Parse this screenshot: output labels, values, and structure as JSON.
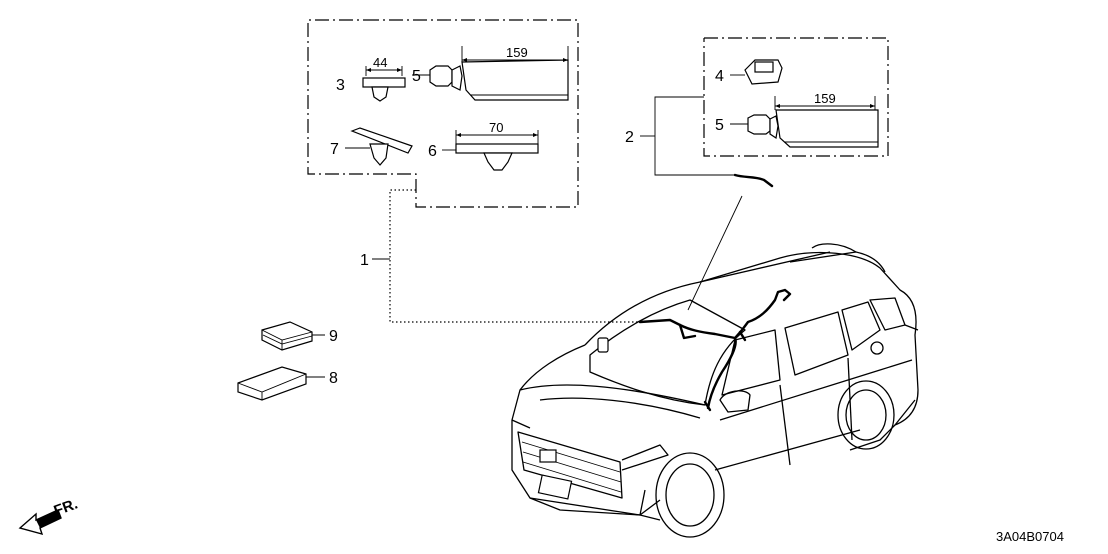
{
  "diagram": {
    "code": "3A04B0704",
    "direction_label": "FR.",
    "callouts": [
      {
        "id": "c1",
        "label": "1"
      },
      {
        "id": "c2",
        "label": "2"
      },
      {
        "id": "c3",
        "label": "3"
      },
      {
        "id": "c4",
        "label": "4"
      },
      {
        "id": "c5a",
        "label": "5"
      },
      {
        "id": "c5b",
        "label": "5"
      },
      {
        "id": "c6",
        "label": "6"
      },
      {
        "id": "c7",
        "label": "7"
      },
      {
        "id": "c8",
        "label": "8"
      },
      {
        "id": "c9",
        "label": "9"
      }
    ],
    "dimensions": [
      {
        "id": "d44",
        "label": "44"
      },
      {
        "id": "d159a",
        "label": "159"
      },
      {
        "id": "d70",
        "label": "70"
      },
      {
        "id": "d159b",
        "label": "159"
      }
    ]
  }
}
